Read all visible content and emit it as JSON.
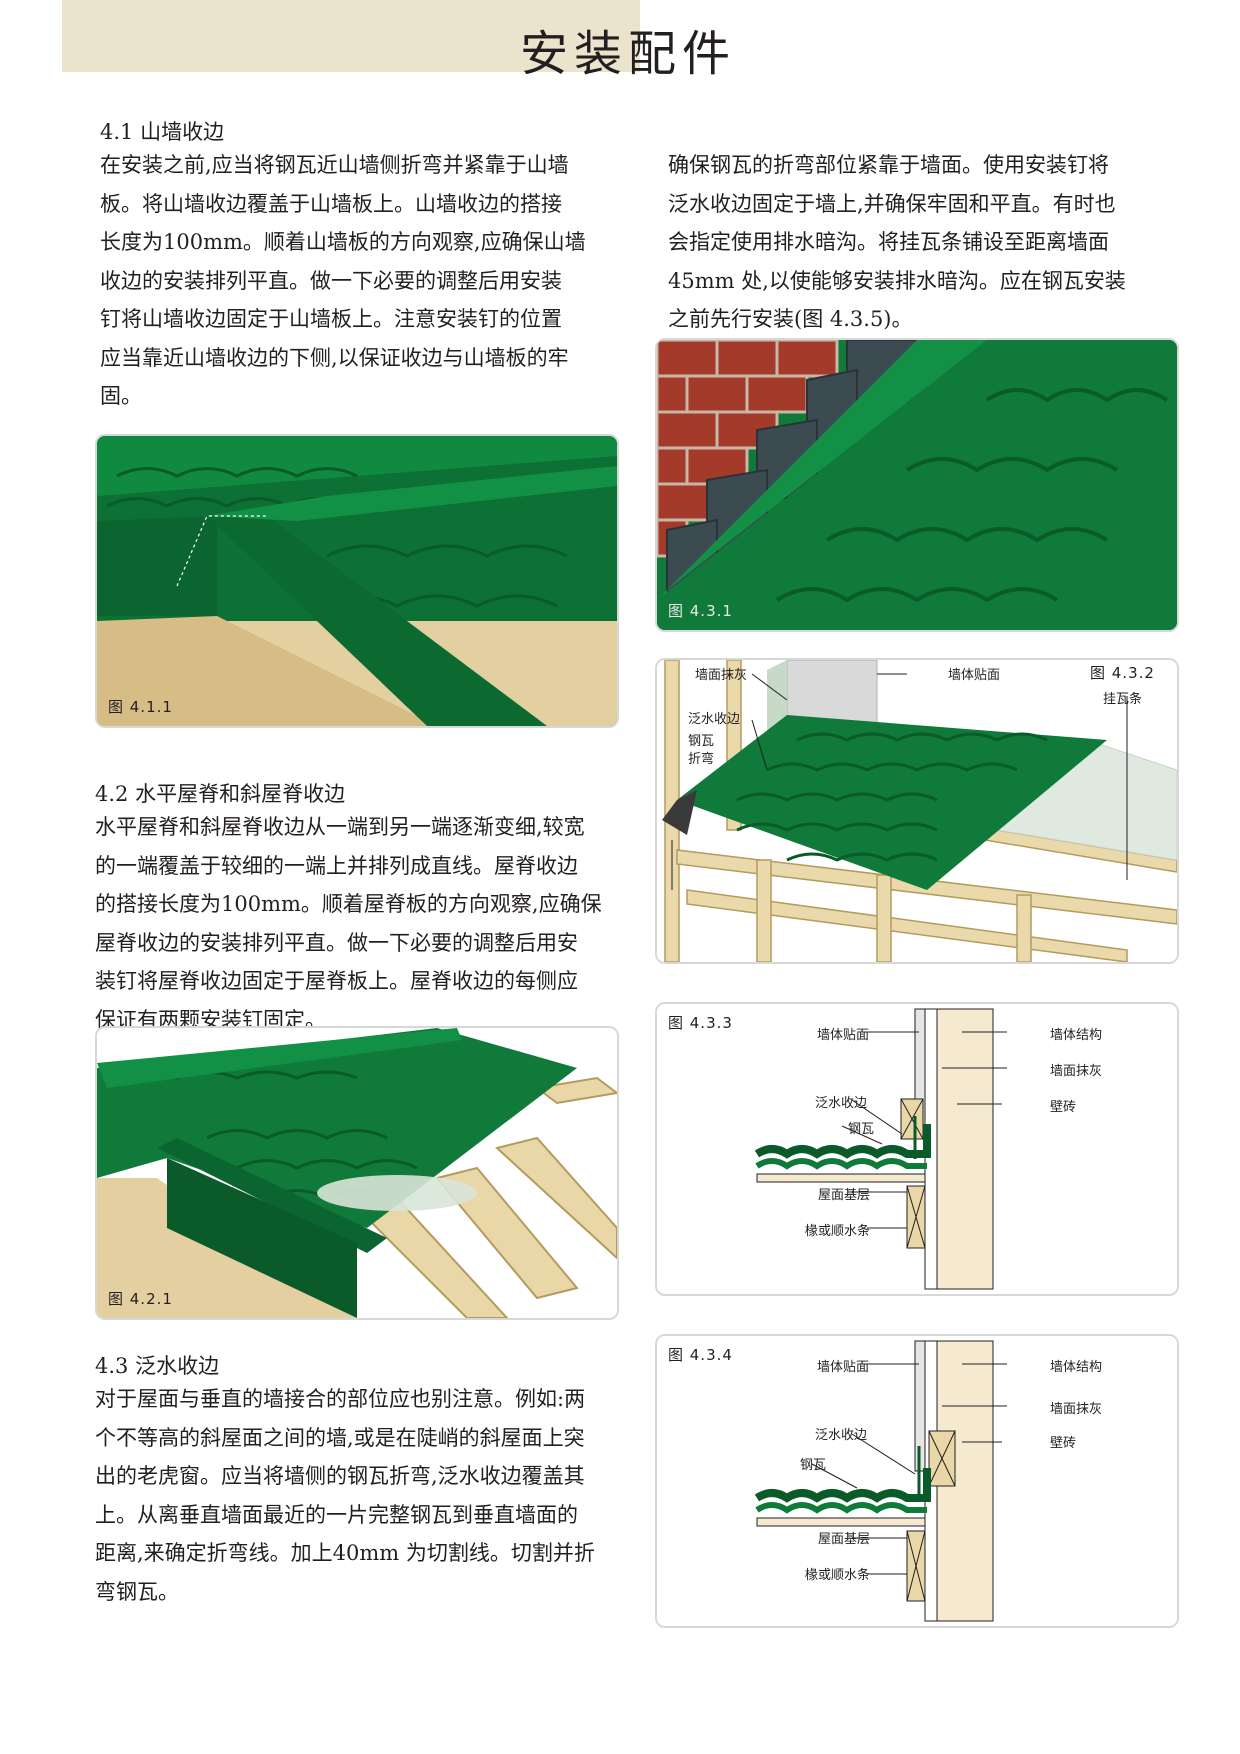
{
  "page": {
    "title": "安装配件"
  },
  "colors": {
    "tile_green": "#0f7a3a",
    "tile_dark": "#0a5a2a",
    "wood": "#e9d7a8",
    "brick": "#a33a2a",
    "tab_beige": "#ece3cd"
  },
  "sections": [
    {
      "heading": "4.1 山墙收边",
      "lines": [
        "在安装之前,应当将钢瓦近山墙侧折弯并紧靠于山墙",
        "板。将山墙收边覆盖于山墙板上。山墙收边的搭接",
        "长度为100mm。顺着山墙板的方向观察,应确保山墙",
        "收边的安装排列平直。做一下必要的调整后用安装",
        "钉将山墙收边固定于山墙板上。注意安装钉的位置",
        "应当靠近山墙收边的下侧,以保证收边与山墙板的牢",
        "固。"
      ]
    },
    {
      "heading": "4.2 水平屋脊和斜屋脊收边",
      "lines": [
        "水平屋脊和斜屋脊收边从一端到另一端逐渐变细,较宽",
        "的一端覆盖于较细的一端上并排列成直线。屋脊收边",
        "的搭接长度为100mm。顺着屋脊板的方向观察,应确保",
        "屋脊收边的安装排列平直。做一下必要的调整后用安",
        "装钉将屋脊收边固定于屋脊板上。屋脊收边的每侧应",
        "保证有两颗安装钉固定。"
      ]
    },
    {
      "heading": "4.3 泛水收边",
      "lines": [
        "对于屋面与垂直的墙接合的部位应也别注意。例如:两",
        "个不等高的斜屋面之间的墙,或是在陡峭的斜屋面上突",
        "出的老虎窗。应当将墙侧的钢瓦折弯,泛水收边覆盖其",
        "上。从离垂直墙面最近的一片完整钢瓦到垂直墙面的",
        "距离,来确定折弯线。加上40mm 为切割线。切割并折",
        "弯钢瓦。"
      ]
    },
    {
      "heading": "",
      "lines": [
        "确保钢瓦的折弯部位紧靠于墙面。使用安装钉将",
        "泛水收边固定于墙上,并确保牢固和平直。有时也",
        "会指定使用排水暗沟。将挂瓦条铺设至距离墙面",
        "45mm 处,以使能够安装排水暗沟。应在钢瓦安装",
        "之前先行安装(图 4.3.5)。"
      ]
    }
  ],
  "figures": {
    "f411": {
      "caption": "图 4.1.1"
    },
    "f421": {
      "caption": "图 4.2.1"
    },
    "f431": {
      "caption": "图 4.3.1"
    },
    "f432": {
      "caption": "图 4.3.2",
      "labels": [
        "墙面抹灰",
        "墙体贴面",
        "挂瓦条",
        "泛水收边",
        "钢瓦",
        "折弯"
      ]
    },
    "f433": {
      "caption": "图 4.3.3",
      "labels": [
        "墙体贴面",
        "墙体结构",
        "墙面抹灰",
        "泛水收边",
        "壁砖",
        "钢瓦",
        "屋面基层",
        "椽或顺水条"
      ]
    },
    "f434": {
      "caption": "图 4.3.4",
      "labels": [
        "墙体贴面",
        "墙体结构",
        "墙面抹灰",
        "泛水收边",
        "壁砖",
        "钢瓦",
        "屋面基层",
        "椽或顺水条"
      ]
    }
  }
}
